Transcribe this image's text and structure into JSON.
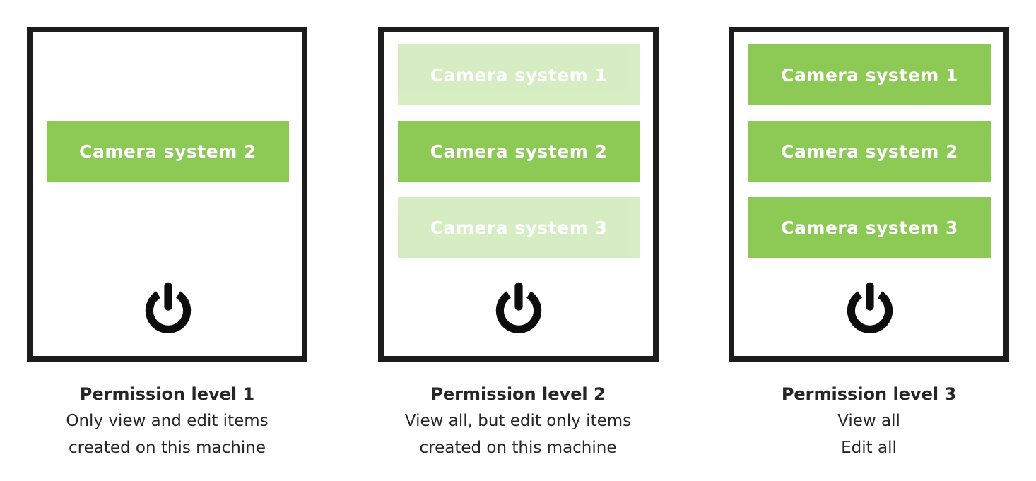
{
  "diagram": {
    "colors": {
      "button_green": "#8dca55",
      "faded_button_green": "#d9ecc6",
      "panel_border": "#1c1c1c",
      "caption_text": "#262626",
      "button_text": "#ffffff",
      "power_icon": "#0d0d0d"
    },
    "panels": [
      {
        "caption": {
          "title": "Permission level 1",
          "lines": [
            "Only view and edit items",
            "created on this machine"
          ]
        },
        "buttons": [
          {
            "label": "Camera system 2",
            "state": "active"
          }
        ]
      },
      {
        "caption": {
          "title": "Permission level 2",
          "lines": [
            "View all, but edit only items",
            "created on this machine"
          ]
        },
        "buttons": [
          {
            "label": "Camera system 1",
            "state": "faded"
          },
          {
            "label": "Camera system 2",
            "state": "active"
          },
          {
            "label": "Camera system 3",
            "state": "faded"
          }
        ]
      },
      {
        "caption": {
          "title": "Permission level 3",
          "lines": [
            "View all",
            "Edit all"
          ]
        },
        "buttons": [
          {
            "label": "Camera system 1",
            "state": "active"
          },
          {
            "label": "Camera system 2",
            "state": "active"
          },
          {
            "label": "Camera system 3",
            "state": "active"
          }
        ]
      }
    ]
  }
}
